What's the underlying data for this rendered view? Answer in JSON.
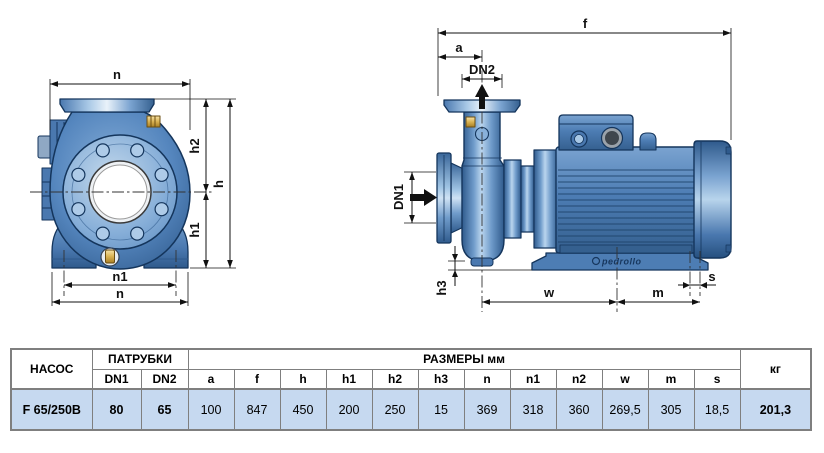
{
  "page": {
    "background": "#ffffff"
  },
  "colors": {
    "pump_blue": "#4d7db4",
    "pump_blue_dark": "#2f5a8c",
    "outline_navy": "#14355c",
    "highlight_blue": "#b8d4ec",
    "brass": "#d9b252",
    "dimension_line": "#111111",
    "table_border": "#7f7f7f",
    "table_row_bg": "#c6d9f0"
  },
  "drawing": {
    "logo_text": "pedrollo",
    "dim_labels": {
      "n": "n",
      "n1": "n1",
      "h": "h",
      "h1": "h1",
      "h2": "h2",
      "h3": "h3",
      "f": "f",
      "a": "a",
      "dn1": "DN1",
      "dn2": "DN2",
      "w": "w",
      "m": "m",
      "s": "s"
    }
  },
  "table": {
    "col_pump": "НАСОС",
    "col_ports": "ПАТРУБКИ",
    "col_dims": "РАЗМЕРЫ мм",
    "col_weight": "кг",
    "sub_headers": [
      "DN1",
      "DN2",
      "a",
      "f",
      "h",
      "h1",
      "h2",
      "h3",
      "n",
      "n1",
      "n2",
      "w",
      "m",
      "s"
    ],
    "row": {
      "model": "F 65/250B",
      "dn1": "80",
      "dn2": "65",
      "sizes": [
        "100",
        "847",
        "450",
        "200",
        "250",
        "15",
        "369",
        "318",
        "360",
        "269,5",
        "305",
        "18,5"
      ],
      "weight": "201,3"
    }
  }
}
